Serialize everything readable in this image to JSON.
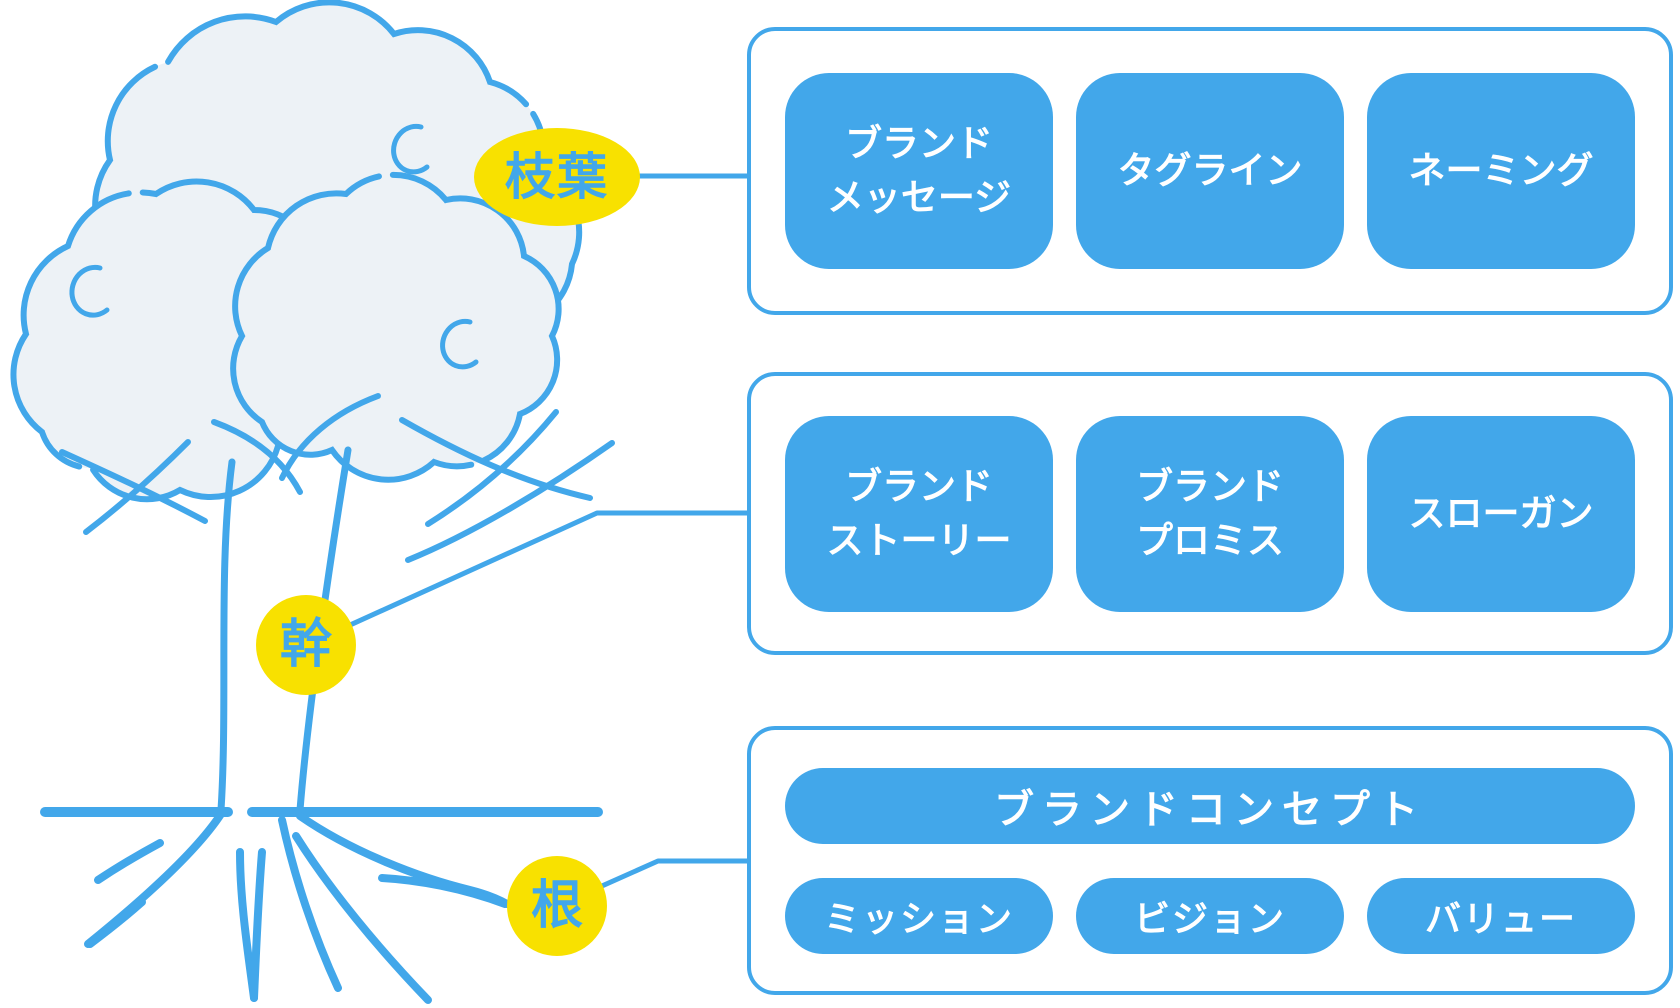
{
  "colors": {
    "accent_blue": "#42a7ea",
    "accent_yellow": "#f8e100",
    "canopy_fill": "#edf2f6",
    "node_text": "#ffffff",
    "background": "#ffffff"
  },
  "tree_labels": {
    "branches": "枝葉",
    "trunk": "幹",
    "roots": "根"
  },
  "panels": [
    {
      "id": "branches",
      "items": [
        {
          "label": "ブランド\nメッセージ"
        },
        {
          "label": "タグライン"
        },
        {
          "label": "ネーミング"
        }
      ]
    },
    {
      "id": "trunk",
      "items": [
        {
          "label": "ブランド\nストーリー"
        },
        {
          "label": "ブランド\nプロミス"
        },
        {
          "label": "スローガン"
        }
      ]
    },
    {
      "id": "roots",
      "wide_item": {
        "label": "ブランドコンセプト"
      },
      "items": [
        {
          "label": "ミッション"
        },
        {
          "label": "ビジョン"
        },
        {
          "label": "バリュー"
        }
      ]
    }
  ]
}
